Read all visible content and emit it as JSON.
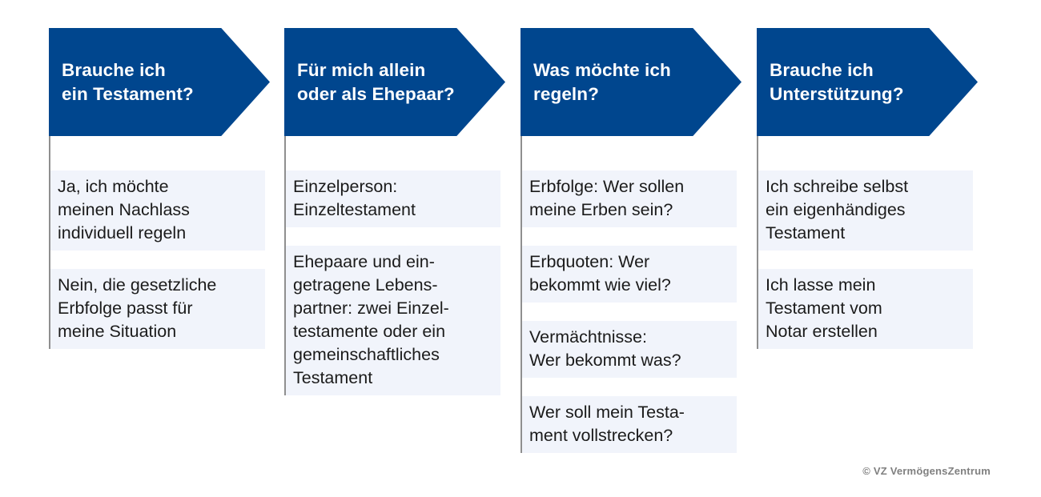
{
  "accent_color": "#00468E",
  "box_background": "#F1F4FB",
  "connector_color": "#8f8f8f",
  "columns": [
    {
      "header": "Brauche ich\nein Testament?",
      "boxes": [
        "Ja, ich möchte\nmeinen Nachlass\nindividuell regeln",
        "Nein, die gesetzliche\nErbfolge passt für\nmeine Situation"
      ]
    },
    {
      "header": "Für mich allein\noder als Ehepaar?",
      "boxes": [
        "Einzelperson:\nEinzeltestament",
        "Ehepaare und ein-\ngetragene Lebens-\npartner: zwei Einzel-\ntestamente oder ein\ngemeinschaftliches\nTestament"
      ]
    },
    {
      "header": "Was möchte ich\nregeln?",
      "boxes": [
        "Erbfolge: Wer sollen\nmeine Erben sein?",
        "Erbquoten: Wer\nbekommt wie viel?",
        "Vermächtnisse:\nWer bekommt was?",
        "Wer soll mein Testa-\nment vollstrecken?"
      ]
    },
    {
      "header": "Brauche ich\nUnterstützung?",
      "boxes": [
        "Ich schreibe selbst\nein eigenhändiges\nTestament",
        "Ich lasse mein\nTestament vom\nNotar erstellen"
      ]
    }
  ],
  "footer": {
    "copyright": "© VZ VermögensZentrum"
  }
}
